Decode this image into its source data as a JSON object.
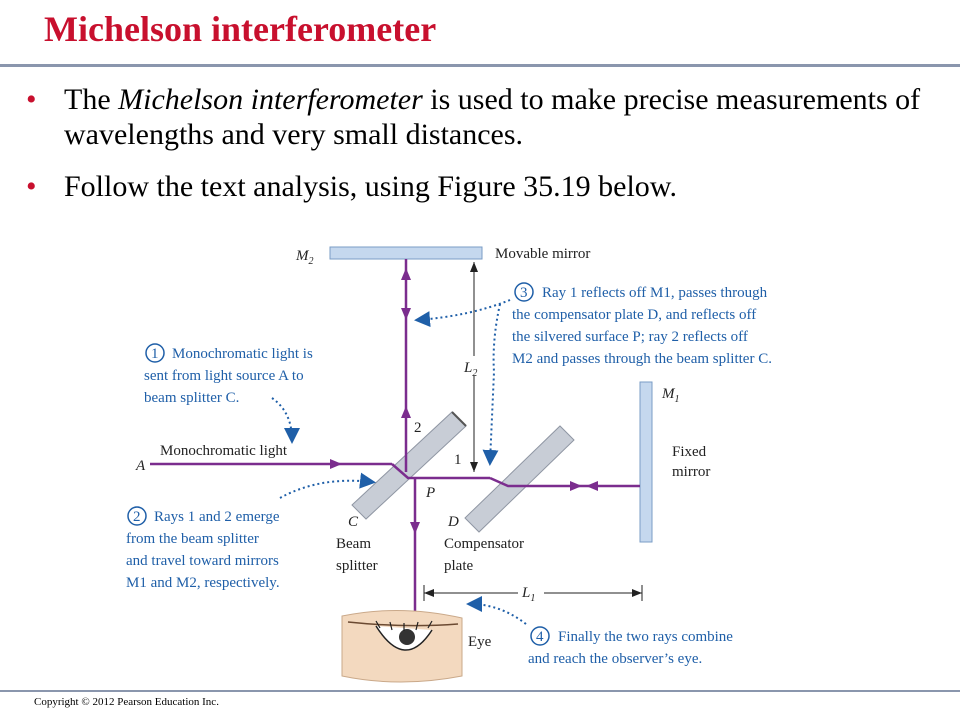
{
  "slide": {
    "title": "Michelson interferometer",
    "bullets": [
      {
        "prefix": "The ",
        "emphasis": "Michelson interferometer",
        "suffix": " is used to make precise measurements of wavelengths and very small distances."
      },
      {
        "prefix": "Follow the text analysis, using Figure 35.19 below.",
        "emphasis": "",
        "suffix": ""
      }
    ],
    "bullet_symbol": "•",
    "copyright": "Copyright © 2012 Pearson Education Inc."
  },
  "figure": {
    "labels": {
      "m2": "M",
      "m2_sub": "2",
      "movable_mirror": "Movable mirror",
      "m1": "M",
      "m1_sub": "1",
      "fixed_mirror_line1": "Fixed",
      "fixed_mirror_line2": "mirror",
      "source_a": "A",
      "monochromatic_light": "Monochromatic light",
      "ray_2": "2",
      "ray_1": "1",
      "point_p": "P",
      "c": "C",
      "d": "D",
      "beam_splitter_line1": "Beam",
      "beam_splitter_line2": "splitter",
      "compensator_line1": "Compensator",
      "compensator_line2": "plate",
      "l2": "L",
      "l2_sub": "2",
      "l1": "L",
      "l1_sub": "1",
      "eye": "Eye"
    },
    "callouts": [
      {
        "number": "1",
        "lines": [
          "Monochromatic light is",
          "sent from light source A to",
          "beam splitter C."
        ]
      },
      {
        "number": "2",
        "lines": [
          "Rays 1 and 2 emerge",
          "from the beam splitter",
          "and travel toward mirrors",
          "M1 and M2, respectively."
        ]
      },
      {
        "number": "3",
        "lines": [
          "Ray 1 reflects off M1, passes through",
          "the compensator plate D, and reflects off",
          "the silvered surface P; ray 2 reflects off",
          "M2 and passes through the beam splitter C."
        ]
      },
      {
        "number": "4",
        "lines": [
          "Finally the two rays combine",
          "and reach the observer’s eye."
        ]
      }
    ],
    "colors": {
      "title": "#c8102e",
      "ray": "#7b2d8e",
      "callout": "#1f5fa8",
      "mirror_fill": "#c5d8ee",
      "plate_fill": "#c8cdd6",
      "skin": "#f3d9bf"
    }
  }
}
